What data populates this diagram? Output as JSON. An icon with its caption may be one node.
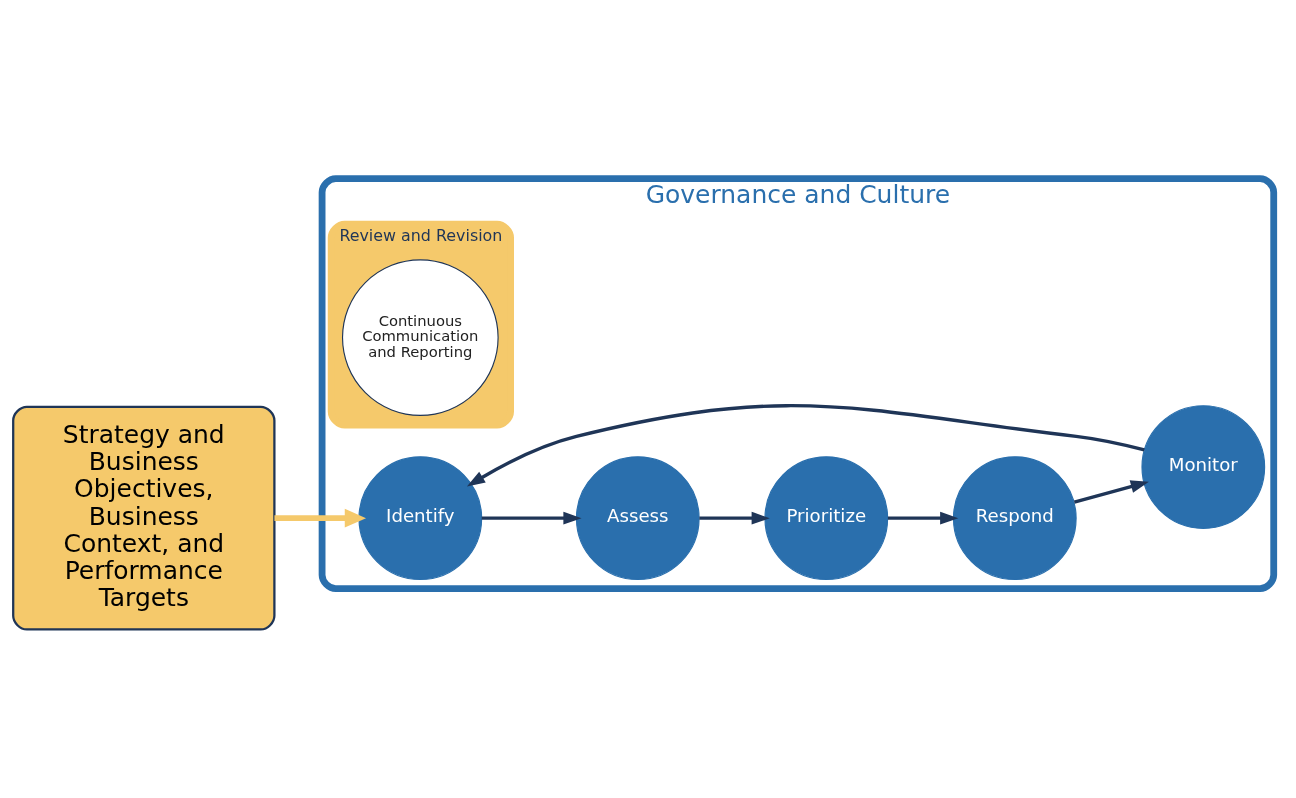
{
  "diagram": {
    "nodes": [
      {
        "text": [
          "Strategy and Business Objectives, Business Context, and Performance Targets"
        ]
      },
      {
        "text": [
          "Governance and Culture"
        ]
      },
      {
        "text": [
          "Identify"
        ],
        "in": 1
      },
      {
        "text": [
          "Assess"
        ],
        "in": 1
      },
      {
        "text": [
          "Prioritize"
        ],
        "in": 1
      },
      {
        "text": [
          "Respond"
        ],
        "in": 1
      },
      {
        "text": [
          "Monitor"
        ],
        "in": 1
      },
      {
        "text": [
          "Review and Revision"
        ],
        "in": 1
      },
      {
        "text": [
          "Continuous Communication and Reporting"
        ],
        "in": 7
      }
    ],
    "edges": [
      {
        "from": 0,
        "to": 2,
        "arrow": "to",
        "color": "#f5c96b"
      },
      {
        "from": 2,
        "to": 3,
        "arrow": "to"
      },
      {
        "from": 3,
        "to": 4,
        "arrow": "to"
      },
      {
        "from": 4,
        "to": 5,
        "arrow": "to"
      },
      {
        "from": 5,
        "to": 6,
        "arrow": "to"
      },
      {
        "from": 6,
        "to": 2,
        "arrow": "to"
      }
    ]
  }
}
